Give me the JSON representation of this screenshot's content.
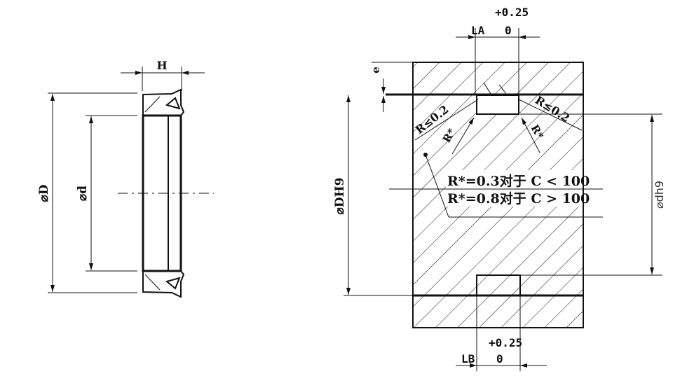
{
  "seal_view": {
    "width_label": "H",
    "outer_diameter_label": "⌀D",
    "inner_diameter_label": "⌀d"
  },
  "groove_view": {
    "top_tolerance": "+0.25",
    "top_width_label": "LA",
    "top_tolerance_lower": "0",
    "bottom_tolerance": "+0.25",
    "bottom_width_label": "LB",
    "bottom_tolerance_lower": "0",
    "step_label": "e",
    "housing_diameter_label": "⌀DH9",
    "rod_diameter_label": "⌀dh9",
    "radius_left": "R≤0.2",
    "radius_right": "R≤0.2",
    "radius_star_left": "R*",
    "radius_star_right": "R*",
    "note_line1": "R*=0.3对于 C < 100",
    "note_line2": "R*=0.8对于 C > 100"
  }
}
